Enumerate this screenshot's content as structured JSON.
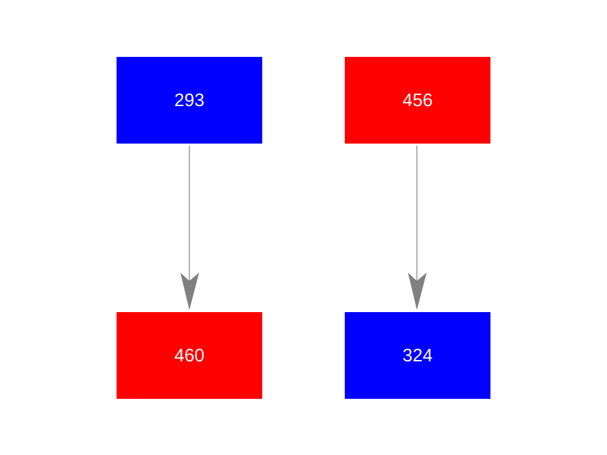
{
  "colors": {
    "blue": "#0000ff",
    "red": "#ff0000",
    "edge": "#808080"
  },
  "nodes": [
    {
      "id": "n1",
      "label": "293",
      "color": "blue"
    },
    {
      "id": "n2",
      "label": "456",
      "color": "red"
    },
    {
      "id": "n3",
      "label": "460",
      "color": "red"
    },
    {
      "id": "n4",
      "label": "324",
      "color": "blue"
    }
  ],
  "edges": [
    {
      "from": "n1",
      "to": "n3"
    },
    {
      "from": "n2",
      "to": "n4"
    }
  ]
}
